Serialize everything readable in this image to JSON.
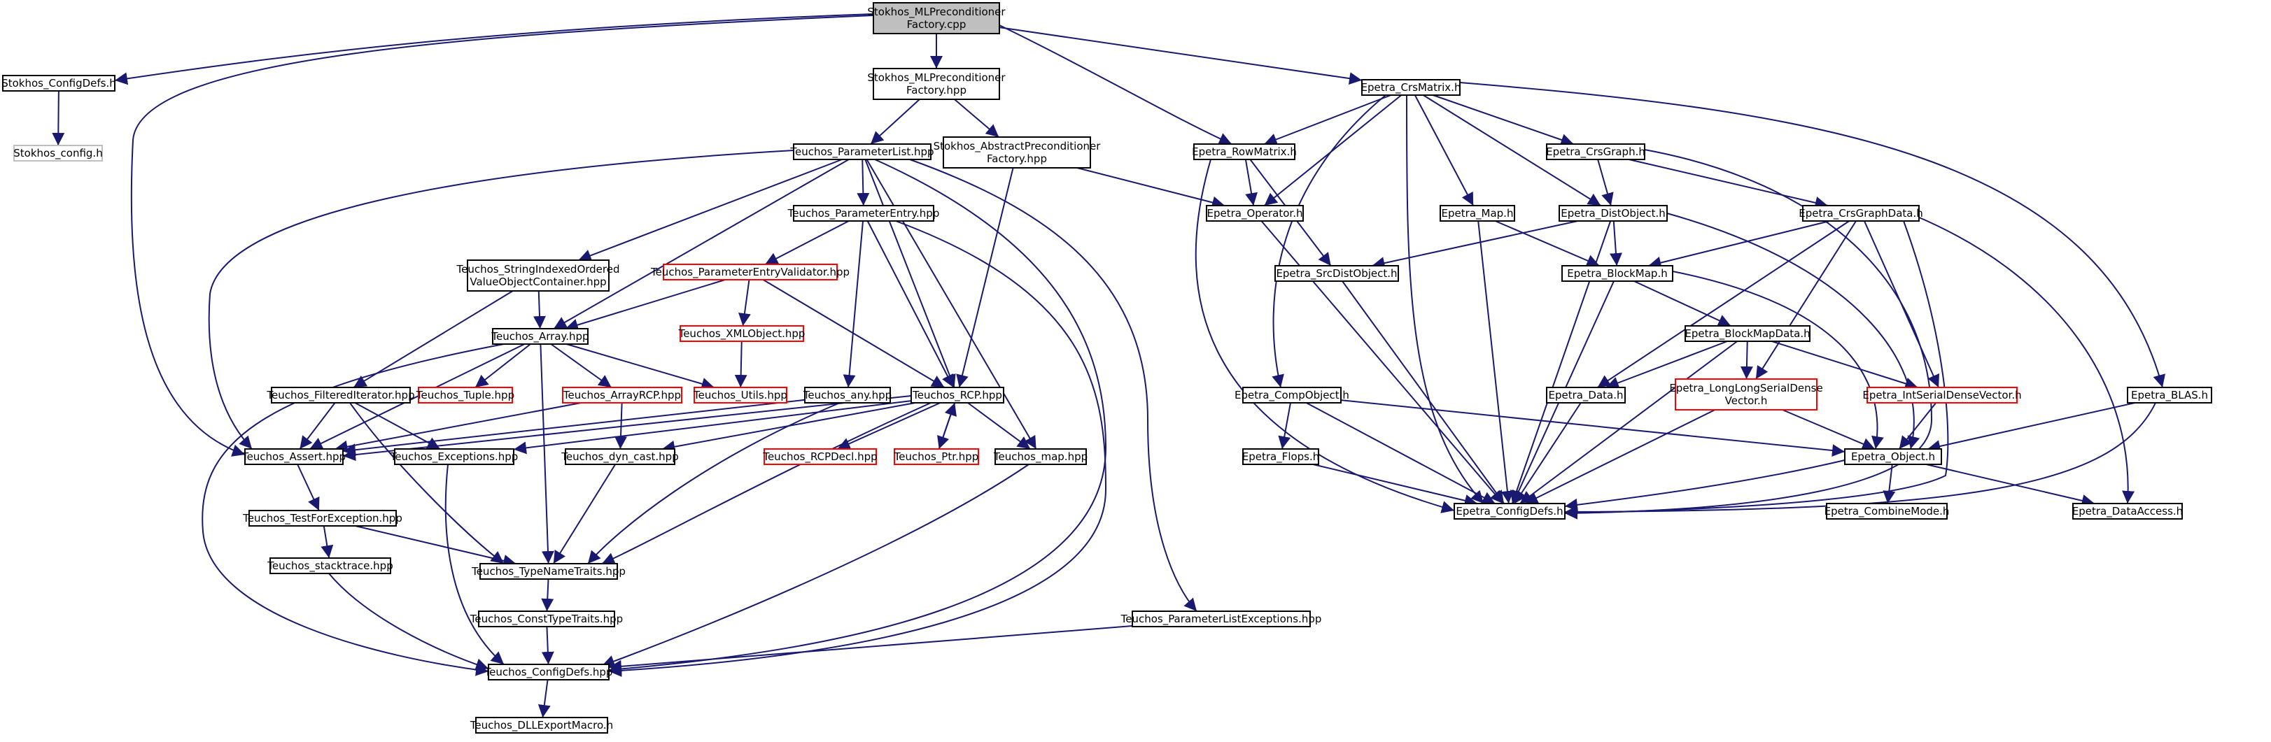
{
  "diagram": {
    "colors": {
      "edge": "#191970",
      "root_fill": "#bfbfbf",
      "box": "#000000",
      "undocumented": "#ff0000",
      "external": "#bfbfbf"
    },
    "nodes": [
      {
        "id": "root",
        "lines": [
          "Stokhos_MLPreconditioner",
          "Factory.cpp"
        ],
        "style": "root"
      },
      {
        "id": "stk_cfgdefs",
        "lines": [
          "Stokhos_ConfigDefs.h"
        ],
        "style": "normal"
      },
      {
        "id": "stk_config",
        "lines": [
          "Stokhos_config.h"
        ],
        "style": "gray"
      },
      {
        "id": "stk_mlpf",
        "lines": [
          "Stokhos_MLPreconditioner",
          "Factory.hpp"
        ],
        "style": "normal"
      },
      {
        "id": "stk_abs",
        "lines": [
          "Stokhos_AbstractPreconditioner",
          "Factory.hpp"
        ],
        "style": "normal"
      },
      {
        "id": "t_plist",
        "lines": [
          "Teuchos_ParameterList.hpp"
        ],
        "style": "normal"
      },
      {
        "id": "t_pentry",
        "lines": [
          "Teuchos_ParameterEntry.hpp"
        ],
        "style": "normal"
      },
      {
        "id": "t_pev",
        "lines": [
          "Teuchos_ParameterEntryValidator.hpp"
        ],
        "style": "red"
      },
      {
        "id": "t_sio",
        "lines": [
          "Teuchos_StringIndexedOrdered",
          "ValueObjectContainer.hpp"
        ],
        "style": "normal"
      },
      {
        "id": "t_array",
        "lines": [
          "Teuchos_Array.hpp"
        ],
        "style": "normal"
      },
      {
        "id": "t_xml",
        "lines": [
          "Teuchos_XMLObject.hpp"
        ],
        "style": "red"
      },
      {
        "id": "t_filt",
        "lines": [
          "Teuchos_FilteredIterator.hpp"
        ],
        "style": "normal"
      },
      {
        "id": "t_tuple",
        "lines": [
          "Teuchos_Tuple.hpp"
        ],
        "style": "red"
      },
      {
        "id": "t_arcp",
        "lines": [
          "Teuchos_ArrayRCP.hpp"
        ],
        "style": "red"
      },
      {
        "id": "t_utils",
        "lines": [
          "Teuchos_Utils.hpp"
        ],
        "style": "red"
      },
      {
        "id": "t_any",
        "lines": [
          "Teuchos_any.hpp"
        ],
        "style": "normal"
      },
      {
        "id": "t_rcp",
        "lines": [
          "Teuchos_RCP.hpp"
        ],
        "style": "normal"
      },
      {
        "id": "t_assert",
        "lines": [
          "Teuchos_Assert.hpp"
        ],
        "style": "normal"
      },
      {
        "id": "t_exc",
        "lines": [
          "Teuchos_Exceptions.hpp"
        ],
        "style": "normal"
      },
      {
        "id": "t_dyn",
        "lines": [
          "Teuchos_dyn_cast.hpp"
        ],
        "style": "normal"
      },
      {
        "id": "t_rcpdecl",
        "lines": [
          "Teuchos_RCPDecl.hpp"
        ],
        "style": "red"
      },
      {
        "id": "t_ptr",
        "lines": [
          "Teuchos_Ptr.hpp"
        ],
        "style": "red"
      },
      {
        "id": "t_map",
        "lines": [
          "Teuchos_map.hpp"
        ],
        "style": "normal"
      },
      {
        "id": "t_tfe",
        "lines": [
          "Teuchos_TestForException.hpp"
        ],
        "style": "normal"
      },
      {
        "id": "t_stack",
        "lines": [
          "Teuchos_stacktrace.hpp"
        ],
        "style": "normal"
      },
      {
        "id": "t_tnt",
        "lines": [
          "Teuchos_TypeNameTraits.hpp"
        ],
        "style": "normal"
      },
      {
        "id": "t_ctt",
        "lines": [
          "Teuchos_ConstTypeTraits.hpp"
        ],
        "style": "normal"
      },
      {
        "id": "t_cfg",
        "lines": [
          "Teuchos_ConfigDefs.hpp"
        ],
        "style": "normal"
      },
      {
        "id": "t_dll",
        "lines": [
          "Teuchos_DLLExportMacro.h"
        ],
        "style": "normal"
      },
      {
        "id": "t_ple",
        "lines": [
          "Teuchos_ParameterListExceptions.hpp"
        ],
        "style": "normal"
      },
      {
        "id": "e_rowm",
        "lines": [
          "Epetra_RowMatrix.h"
        ],
        "style": "normal"
      },
      {
        "id": "e_op",
        "lines": [
          "Epetra_Operator.h"
        ],
        "style": "normal"
      },
      {
        "id": "e_src",
        "lines": [
          "Epetra_SrcDistObject.h"
        ],
        "style": "normal"
      },
      {
        "id": "e_crsm",
        "lines": [
          "Epetra_CrsMatrix.h"
        ],
        "style": "normal"
      },
      {
        "id": "e_crsg",
        "lines": [
          "Epetra_CrsGraph.h"
        ],
        "style": "normal"
      },
      {
        "id": "e_map",
        "lines": [
          "Epetra_Map.h"
        ],
        "style": "normal"
      },
      {
        "id": "e_dist",
        "lines": [
          "Epetra_DistObject.h"
        ],
        "style": "normal"
      },
      {
        "id": "e_cgd",
        "lines": [
          "Epetra_CrsGraphData.h"
        ],
        "style": "normal"
      },
      {
        "id": "e_bmap",
        "lines": [
          "Epetra_BlockMap.h"
        ],
        "style": "normal"
      },
      {
        "id": "e_bmd",
        "lines": [
          "Epetra_BlockMapData.h"
        ],
        "style": "normal"
      },
      {
        "id": "e_data",
        "lines": [
          "Epetra_Data.h"
        ],
        "style": "normal"
      },
      {
        "id": "e_llsd",
        "lines": [
          "Epetra_LongLongSerialDense",
          "Vector.h"
        ],
        "style": "red"
      },
      {
        "id": "e_isd",
        "lines": [
          "Epetra_IntSerialDenseVector.h"
        ],
        "style": "red"
      },
      {
        "id": "e_comp",
        "lines": [
          "Epetra_CompObject.h"
        ],
        "style": "normal"
      },
      {
        "id": "e_flops",
        "lines": [
          "Epetra_Flops.h"
        ],
        "style": "normal"
      },
      {
        "id": "e_obj",
        "lines": [
          "Epetra_Object.h"
        ],
        "style": "normal"
      },
      {
        "id": "e_cfg",
        "lines": [
          "Epetra_ConfigDefs.h"
        ],
        "style": "normal"
      },
      {
        "id": "e_comb",
        "lines": [
          "Epetra_CombineMode.h"
        ],
        "style": "normal"
      },
      {
        "id": "e_dacc",
        "lines": [
          "Epetra_DataAccess.h"
        ],
        "style": "normal"
      },
      {
        "id": "e_blas",
        "lines": [
          "Epetra_BLAS.h"
        ],
        "style": "normal"
      }
    ],
    "edges": [
      [
        "root",
        "stk_cfgdefs"
      ],
      [
        "root",
        "stk_mlpf"
      ],
      [
        "root",
        "t_assert"
      ],
      [
        "root",
        "e_rowm"
      ],
      [
        "root",
        "e_crsm"
      ],
      [
        "stk_cfgdefs",
        "stk_config"
      ],
      [
        "stk_mlpf",
        "t_plist"
      ],
      [
        "stk_mlpf",
        "stk_abs"
      ],
      [
        "stk_abs",
        "t_rcp"
      ],
      [
        "stk_abs",
        "e_op"
      ],
      [
        "t_plist",
        "t_pentry"
      ],
      [
        "t_plist",
        "t_sio"
      ],
      [
        "t_plist",
        "t_array"
      ],
      [
        "t_plist",
        "t_assert"
      ],
      [
        "t_plist",
        "t_rcp"
      ],
      [
        "t_plist",
        "t_map"
      ],
      [
        "t_plist",
        "t_ple"
      ],
      [
        "t_plist",
        "t_cfg"
      ],
      [
        "t_pentry",
        "t_pev"
      ],
      [
        "t_pentry",
        "t_any"
      ],
      [
        "t_pentry",
        "t_rcp"
      ],
      [
        "t_pentry",
        "t_cfg"
      ],
      [
        "t_pev",
        "t_array"
      ],
      [
        "t_pev",
        "t_xml"
      ],
      [
        "t_pev",
        "t_rcp"
      ],
      [
        "t_xml",
        "t_utils"
      ],
      [
        "t_sio",
        "t_array"
      ],
      [
        "t_sio",
        "t_filt"
      ],
      [
        "t_array",
        "t_assert"
      ],
      [
        "t_array",
        "t_tuple"
      ],
      [
        "t_array",
        "t_arcp"
      ],
      [
        "t_array",
        "t_utils"
      ],
      [
        "t_array",
        "t_tnt"
      ],
      [
        "t_array",
        "t_cfg"
      ],
      [
        "t_filt",
        "t_assert"
      ],
      [
        "t_filt",
        "t_exc"
      ],
      [
        "t_filt",
        "t_tnt"
      ],
      [
        "t_arcp",
        "t_assert"
      ],
      [
        "t_arcp",
        "t_dyn"
      ],
      [
        "t_any",
        "t_assert"
      ],
      [
        "t_any",
        "t_tnt"
      ],
      [
        "t_rcp",
        "t_assert"
      ],
      [
        "t_rcp",
        "t_exc"
      ],
      [
        "t_rcp",
        "t_dyn"
      ],
      [
        "t_rcp",
        "t_rcpdecl"
      ],
      [
        "t_rcp",
        "t_ptr"
      ],
      [
        "t_rcp",
        "t_map"
      ],
      [
        "t_rcp",
        "t_tnt"
      ],
      [
        "t_ptr",
        "t_rcp"
      ],
      [
        "t_assert",
        "t_tfe"
      ],
      [
        "t_tfe",
        "t_stack"
      ],
      [
        "t_tfe",
        "t_tnt"
      ],
      [
        "t_stack",
        "t_cfg"
      ],
      [
        "t_exc",
        "t_cfg"
      ],
      [
        "t_dyn",
        "t_tnt"
      ],
      [
        "t_map",
        "t_cfg"
      ],
      [
        "t_tnt",
        "t_ctt"
      ],
      [
        "t_ctt",
        "t_cfg"
      ],
      [
        "t_cfg",
        "t_dll"
      ],
      [
        "t_ple",
        "t_cfg"
      ],
      [
        "e_rowm",
        "e_op"
      ],
      [
        "e_rowm",
        "e_src"
      ],
      [
        "e_rowm",
        "e_cfg"
      ],
      [
        "e_op",
        "e_cfg"
      ],
      [
        "e_src",
        "e_cfg"
      ],
      [
        "e_crsm",
        "e_rowm"
      ],
      [
        "e_crsm",
        "e_op"
      ],
      [
        "e_crsm",
        "e_comp"
      ],
      [
        "e_crsm",
        "e_crsg"
      ],
      [
        "e_crsm",
        "e_map"
      ],
      [
        "e_crsm",
        "e_dist"
      ],
      [
        "e_crsm",
        "e_blas"
      ],
      [
        "e_crsm",
        "e_cfg"
      ],
      [
        "e_crsg",
        "e_dist"
      ],
      [
        "e_crsg",
        "e_cgd"
      ],
      [
        "e_crsg",
        "e_cfg"
      ],
      [
        "e_map",
        "e_bmap"
      ],
      [
        "e_map",
        "e_cfg"
      ],
      [
        "e_dist",
        "e_src"
      ],
      [
        "e_dist",
        "e_bmap"
      ],
      [
        "e_dist",
        "e_obj"
      ],
      [
        "e_dist",
        "e_cfg"
      ],
      [
        "e_cgd",
        "e_bmap"
      ],
      [
        "e_cgd",
        "e_data"
      ],
      [
        "e_cgd",
        "e_llsd"
      ],
      [
        "e_cgd",
        "e_isd"
      ],
      [
        "e_cgd",
        "e_cfg"
      ],
      [
        "e_cgd",
        "e_dacc"
      ],
      [
        "e_bmap",
        "e_bmd"
      ],
      [
        "e_bmap",
        "e_obj"
      ],
      [
        "e_bmap",
        "e_cfg"
      ],
      [
        "e_bmd",
        "e_data"
      ],
      [
        "e_bmd",
        "e_llsd"
      ],
      [
        "e_bmd",
        "e_isd"
      ],
      [
        "e_bmd",
        "e_cfg"
      ],
      [
        "e_data",
        "e_cfg"
      ],
      [
        "e_llsd",
        "e_obj"
      ],
      [
        "e_llsd",
        "e_cfg"
      ],
      [
        "e_isd",
        "e_obj"
      ],
      [
        "e_comp",
        "e_flops"
      ],
      [
        "e_comp",
        "e_obj"
      ],
      [
        "e_comp",
        "e_cfg"
      ],
      [
        "e_flops",
        "e_cfg"
      ],
      [
        "e_obj",
        "e_comb"
      ],
      [
        "e_obj",
        "e_dacc"
      ],
      [
        "e_obj",
        "e_cfg"
      ],
      [
        "e_blas",
        "e_obj"
      ],
      [
        "e_blas",
        "e_cfg"
      ]
    ]
  }
}
